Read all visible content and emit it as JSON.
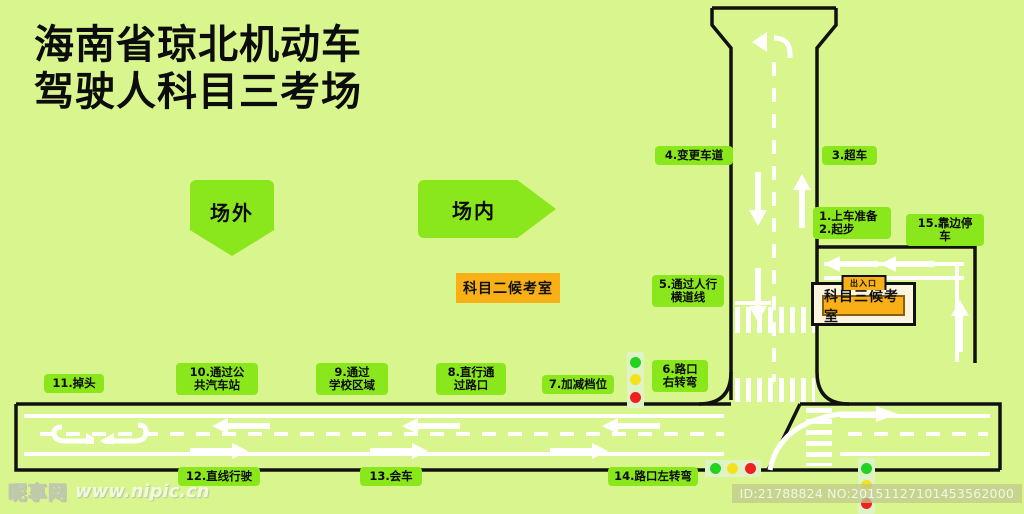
{
  "page": {
    "background_color": "#d9f58e",
    "badge_color": "#8ae71c",
    "orange_color": "#f9b017",
    "road_line_color": "#ffffff",
    "outline_color": "#111111"
  },
  "title": {
    "line1": "海南省琼北机动车",
    "line2": "驾驶人科目三考场",
    "full": "海南省琼北机动车\n驾驶人科目三考场"
  },
  "area_tags": [
    {
      "name": "outside-area",
      "label": "场外"
    },
    {
      "name": "inside-area",
      "label": "场内"
    }
  ],
  "rooms": [
    {
      "name": "subject2-waiting-room",
      "label": "科目二候考室"
    },
    {
      "name": "subject3-waiting-room",
      "label": "科目三候考室",
      "door_label": "出入口"
    }
  ],
  "station_labels": [
    {
      "id": 1,
      "text": "1.上车准备\n2.起步"
    },
    {
      "id": 3,
      "text": "3.超车"
    },
    {
      "id": 4,
      "text": "4.变更车道"
    },
    {
      "id": 5,
      "text": "5.通过人行\n横道线"
    },
    {
      "id": 6,
      "text": "6.路口\n右转弯"
    },
    {
      "id": 7,
      "text": "7.加减档位"
    },
    {
      "id": 8,
      "text": "8.直行通\n过路口"
    },
    {
      "id": 9,
      "text": "9.通过\n学校区域"
    },
    {
      "id": 10,
      "text": "10.通过公\n共汽车站"
    },
    {
      "id": 11,
      "text": "11.掉头"
    },
    {
      "id": 12,
      "text": "12.直线行驶"
    },
    {
      "id": 13,
      "text": "13.会车"
    },
    {
      "id": 14,
      "text": "14.路口左转弯"
    },
    {
      "id": 15,
      "text": "15.靠边停车"
    }
  ],
  "traffic_lights": [
    {
      "name": "traffic-light-intersection-vertical",
      "orientation": "vertical",
      "lamps": [
        "#21d21f",
        "#f4e21a",
        "#ee2020"
      ]
    },
    {
      "name": "traffic-light-bottom-horizontal",
      "orientation": "horizontal",
      "lamps": [
        "#21d21f",
        "#f4e21a",
        "#ee2020"
      ]
    },
    {
      "name": "traffic-light-bottom-vertical",
      "orientation": "vertical",
      "lamps": [
        "#21d21f",
        "#f4e21a",
        "#ee2020"
      ]
    }
  ],
  "watermark": {
    "logo": "昵享网",
    "url": "www.nipic.cn"
  },
  "footer": {
    "id_text": "ID:21788824 NO:20151127101453562000"
  }
}
